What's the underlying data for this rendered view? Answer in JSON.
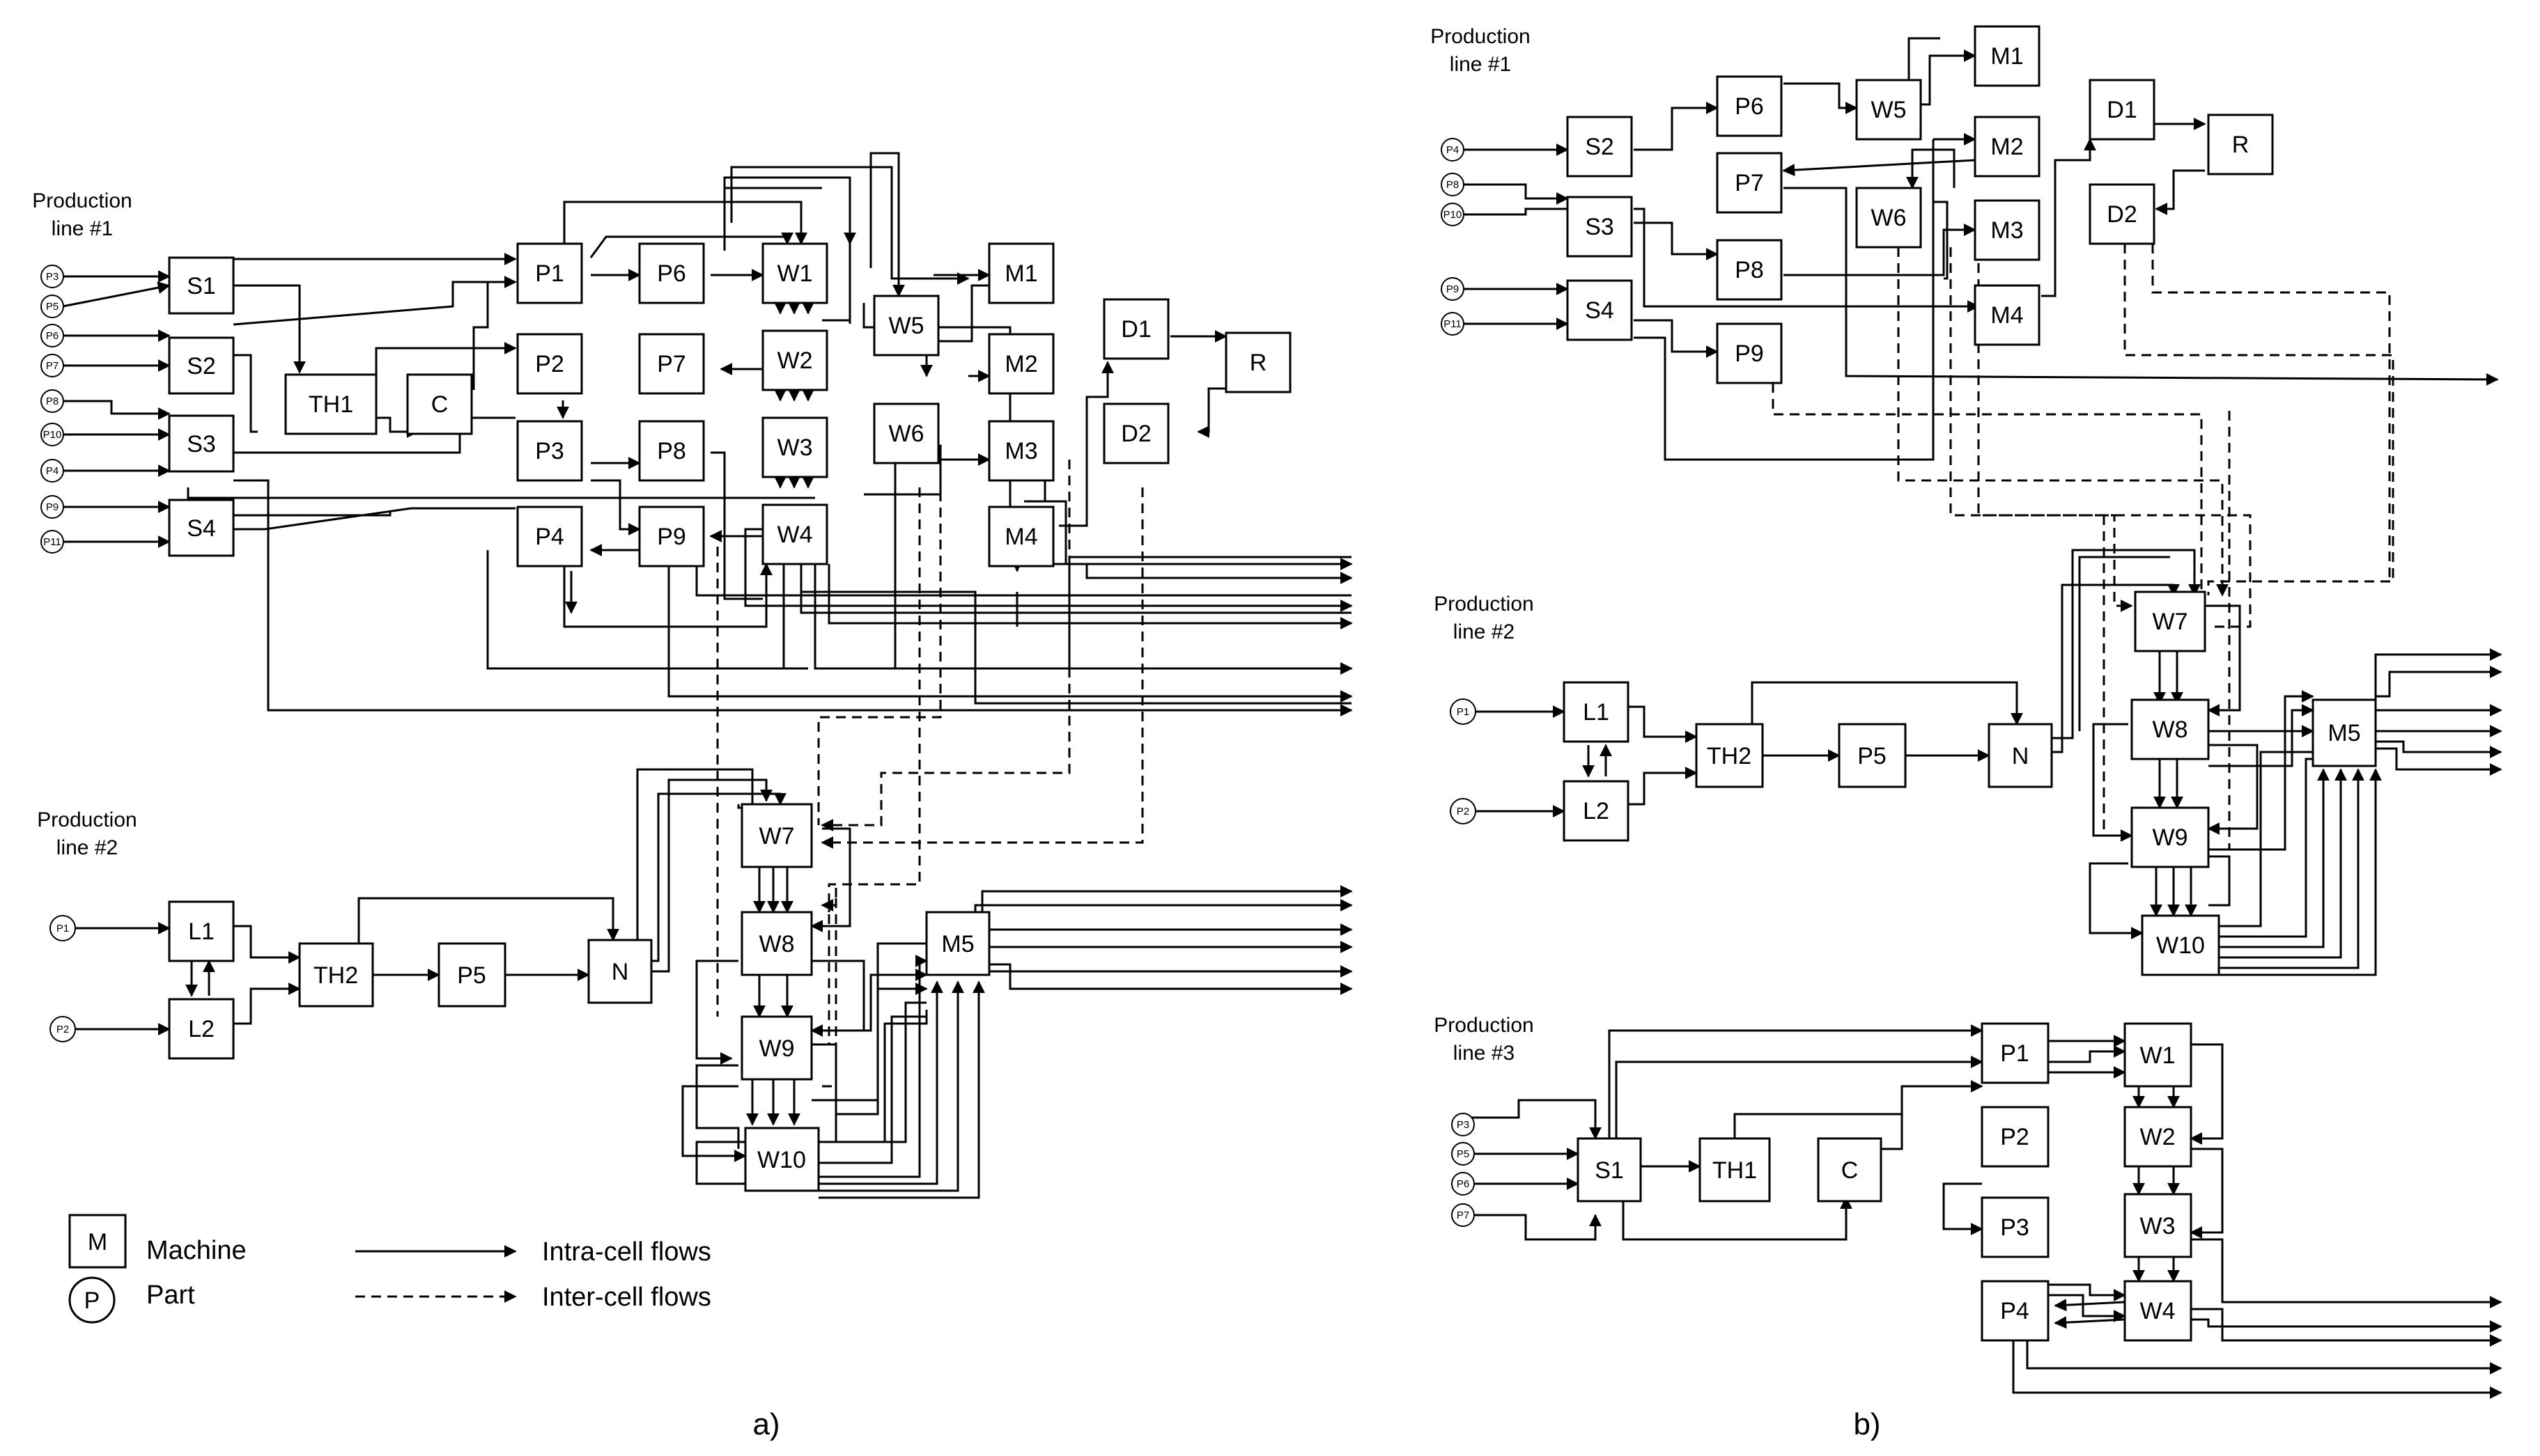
{
  "legend": {
    "machine_symbol": "M",
    "machine_label": "Machine",
    "part_symbol": "P",
    "part_label": "Part",
    "intra_label": "Intra-cell flows",
    "inter_label": "Inter-cell flows"
  },
  "panels": {
    "a": {
      "caption": "a)",
      "line1_title": [
        "Production",
        "line #1"
      ],
      "line2_title": [
        "Production",
        "line #2"
      ]
    },
    "b": {
      "caption": "b)",
      "line1_title": [
        "Production",
        "line #1"
      ],
      "line2_title": [
        "Production",
        "line #2"
      ],
      "line3_title": [
        "Production",
        "line #3"
      ]
    }
  },
  "machines": {
    "a": [
      "S1",
      "S2",
      "S3",
      "S4",
      "TH1",
      "C",
      "P1",
      "P2",
      "P3",
      "P4",
      "P6",
      "P7",
      "P8",
      "P9",
      "W1",
      "W2",
      "W3",
      "W4",
      "W5",
      "W6",
      "M1",
      "M2",
      "M3",
      "M4",
      "D1",
      "D2",
      "R",
      "L1",
      "L2",
      "TH2",
      "P5",
      "N",
      "W7",
      "W8",
      "W9",
      "W10",
      "M5"
    ],
    "b": [
      "S2",
      "S3",
      "S4",
      "P6",
      "P7",
      "P8",
      "P9",
      "W5",
      "W6",
      "M1",
      "M2",
      "M3",
      "M4",
      "D1",
      "D2",
      "R",
      "L1",
      "L2",
      "TH2",
      "P5",
      "N",
      "W7",
      "W8",
      "W9",
      "W10",
      "M5",
      "S1",
      "TH1",
      "C",
      "P1",
      "P2",
      "P3",
      "P4",
      "W1",
      "W2",
      "W3",
      "W4"
    ]
  },
  "parts": {
    "a_inputs": [
      "P3",
      "P5",
      "P6",
      "P7",
      "P8",
      "P10",
      "P4",
      "P9",
      "P11",
      "P1",
      "P2"
    ],
    "b_inputs": [
      "P4",
      "P8",
      "P10",
      "P9",
      "P11",
      "P1",
      "P2",
      "P3",
      "P5",
      "P6",
      "P7"
    ]
  }
}
